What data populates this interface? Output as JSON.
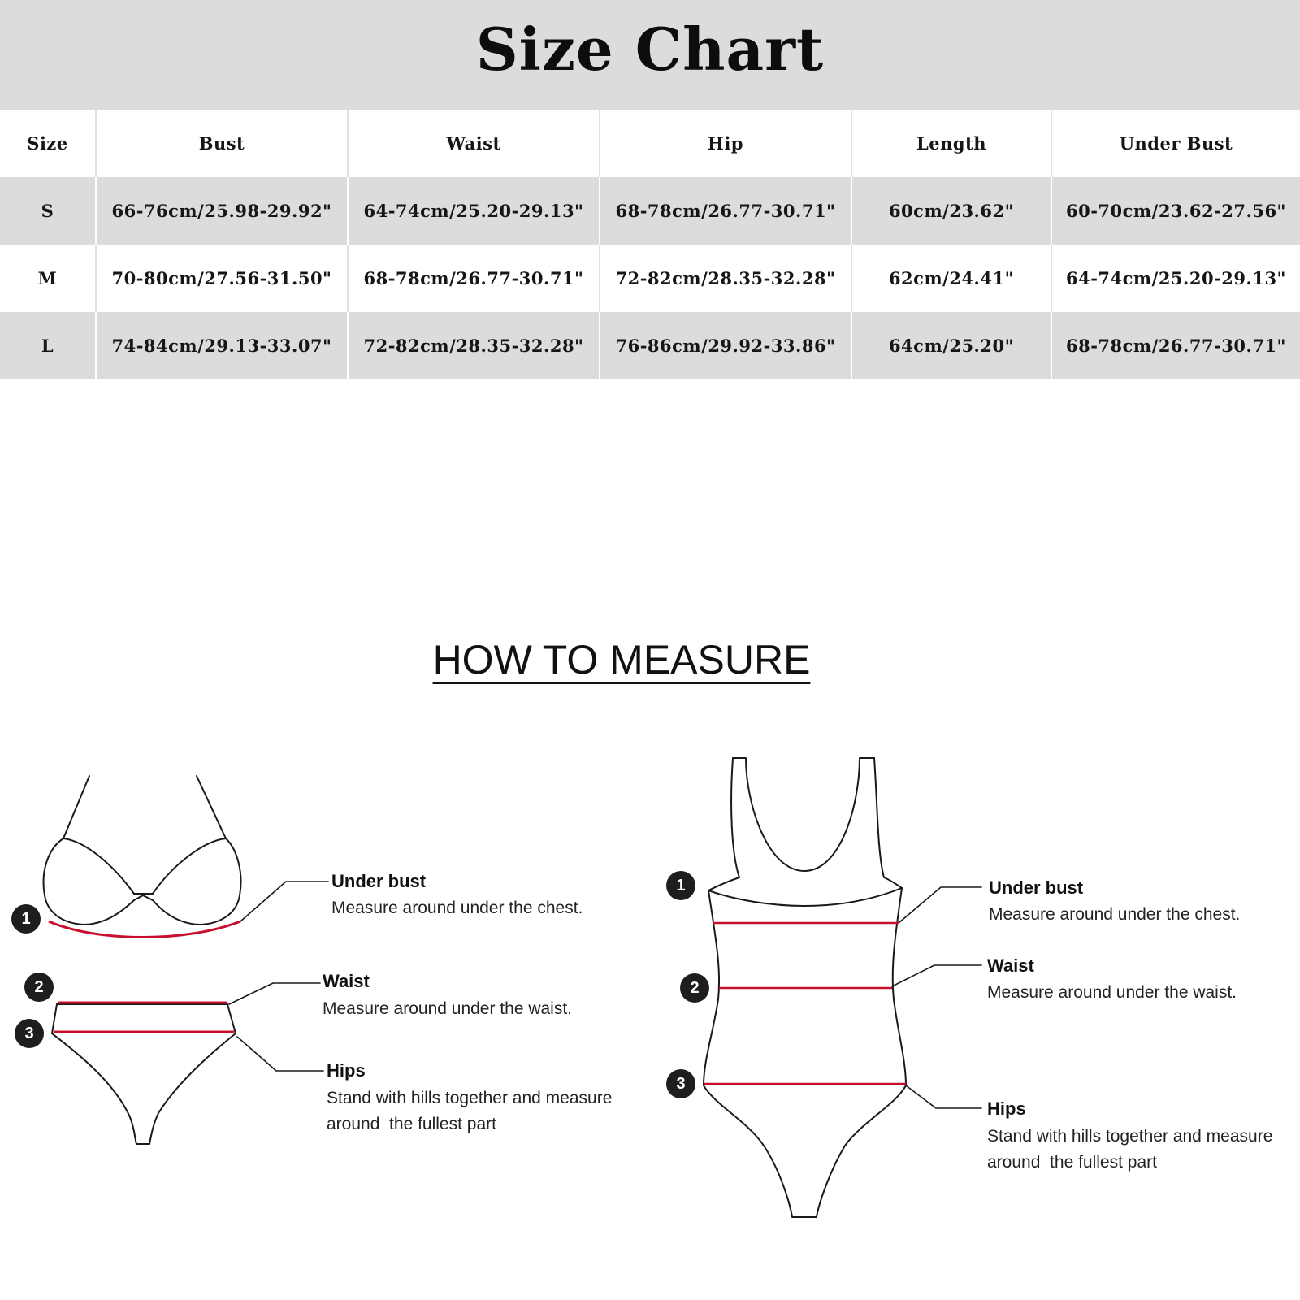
{
  "title": "Size Chart",
  "table": {
    "headers": [
      "Size",
      "Bust",
      "Waist",
      "Hip",
      "Length",
      "Under Bust"
    ],
    "rows": [
      [
        "S",
        "66-76cm/25.98-29.92\"",
        "64-74cm/25.20-29.13\"",
        "68-78cm/26.77-30.71\"",
        "60cm/23.62\"",
        "60-70cm/23.62-27.56\""
      ],
      [
        "M",
        "70-80cm/27.56-31.50\"",
        "68-78cm/26.77-30.71\"",
        "72-82cm/28.35-32.28\"",
        "62cm/24.41\"",
        "64-74cm/25.20-29.13\""
      ],
      [
        "L",
        "74-84cm/29.13-33.07\"",
        "72-82cm/28.35-32.28\"",
        "76-86cm/29.92-33.86\"",
        "64cm/25.20\"",
        "68-78cm/26.77-30.71\""
      ]
    ]
  },
  "how_to_measure": {
    "heading": "HOW TO MEASURE",
    "bikini": {
      "under_bust": {
        "number": "1",
        "title": "Under bust",
        "desc": "Measure around under the chest."
      },
      "waist": {
        "number": "2",
        "title": "Waist",
        "desc": "Measure around under the waist."
      },
      "hips": {
        "number": "3",
        "title": "Hips",
        "desc_line1": "Stand with hills together and measure",
        "desc_line2": "around  the fullest part"
      }
    },
    "swimsuit": {
      "under_bust": {
        "number": "1",
        "title": "Under bust",
        "desc": "Measure around under the chest."
      },
      "waist": {
        "number": "2",
        "title": "Waist",
        "desc": "Measure around under the waist."
      },
      "hips": {
        "number": "3",
        "title": "Hips",
        "desc_line1": "Stand with hills together and measure",
        "desc_line2": "around  the fullest part"
      }
    }
  },
  "colors": {
    "band": "#dcdcdc",
    "measure_line": "#c8102e",
    "badge": "#1e1e1e"
  }
}
